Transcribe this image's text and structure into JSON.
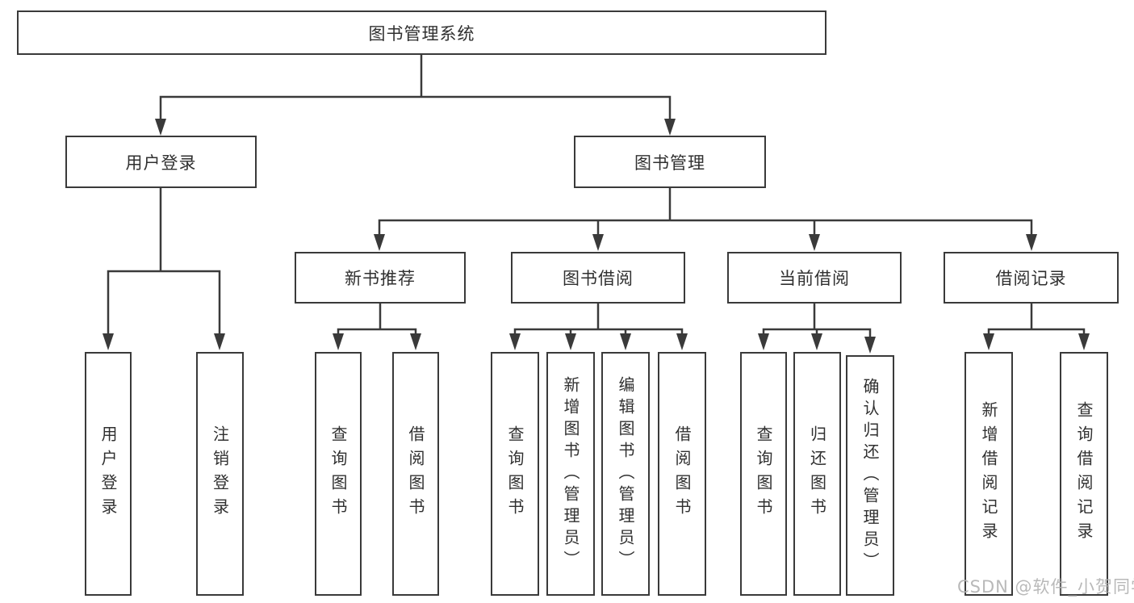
{
  "diagram": {
    "root": {
      "label": "图书管理系统"
    },
    "branches": [
      {
        "label": "用户登录",
        "children": [
          {
            "label": "用户登录"
          },
          {
            "label": "注销登录"
          }
        ]
      },
      {
        "label": "图书管理",
        "children": [
          {
            "label": "新书推荐",
            "children": [
              {
                "label": "查询图书"
              },
              {
                "label": "借阅图书"
              }
            ]
          },
          {
            "label": "图书借阅",
            "children": [
              {
                "label": "查询图书"
              },
              {
                "label": "新增图书（管理员）"
              },
              {
                "label": "编辑图书（管理员）"
              },
              {
                "label": "借阅图书"
              }
            ]
          },
          {
            "label": "当前借阅",
            "children": [
              {
                "label": "查询图书"
              },
              {
                "label": "归还图书"
              },
              {
                "label": "确认归还（管理员）"
              }
            ]
          },
          {
            "label": "借阅记录",
            "children": [
              {
                "label": "新增借阅记录"
              },
              {
                "label": "查询借阅记录"
              }
            ]
          }
        ]
      }
    ]
  },
  "colors": {
    "line": "#3a3a3a",
    "text": "#303030",
    "watermark": "#b4b4b4",
    "background": "#ffffff"
  },
  "watermark": {
    "text": "CSDN @软件_小贺同学"
  }
}
